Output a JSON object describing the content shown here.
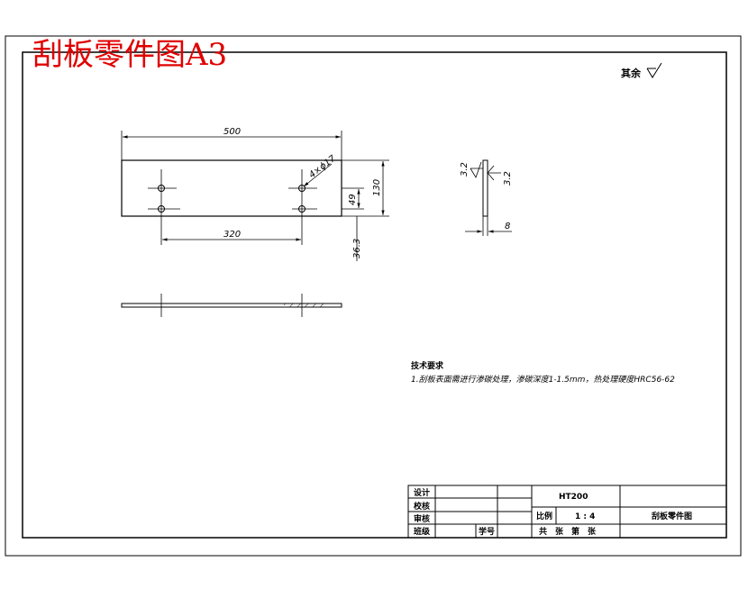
{
  "header": {
    "title": "刮板零件图A3"
  },
  "roughness": {
    "label": "其余",
    "symbol": "▽"
  },
  "dimensions": {
    "length": "500",
    "height": "130",
    "spacing": "320",
    "holes": "4×ϕ17",
    "offset": "49",
    "bottom": "36.3",
    "thickness": "8",
    "roughness_left": "3.2",
    "roughness_right": "3.2"
  },
  "notes": {
    "title": "技术要求",
    "line1": "1.刮板表面需进行渗碳处理，渗碳深度1-1.5mm，热处理硬度HRC56-62"
  },
  "title_block": {
    "design": "设计",
    "check": "校核",
    "review": "审核",
    "class": "班级",
    "student_no": "学号",
    "material": "HT200",
    "scale_label": "比例",
    "scale_value": "1 : 4",
    "drawing_name": "刮板零件图",
    "sheets": "共　张　第　张"
  }
}
